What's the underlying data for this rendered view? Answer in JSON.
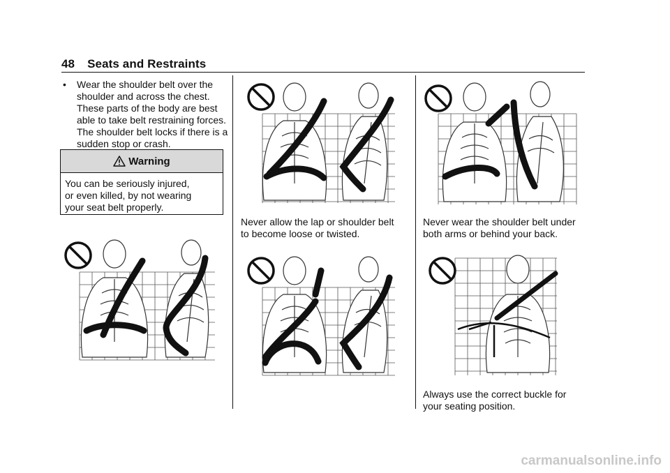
{
  "header": {
    "page_number": "48",
    "section_title": "Seats and Restraints"
  },
  "bullet": {
    "marker": "•",
    "text": "Wear the shoulder belt over the shoulder and across the chest. These parts of the body are best able to take belt restraining forces. The shoulder belt locks if there is a sudden stop or crash."
  },
  "warning": {
    "title": "Warning",
    "lines": [
      "You can be seriously injured,",
      "or even killed, by not wearing",
      "your seat belt properly."
    ]
  },
  "captions": {
    "loose_twisted": [
      "Never allow the lap or shoulder belt",
      "to become loose or twisted."
    ],
    "under_arms": [
      "Never wear the shoulder belt under",
      "both arms or behind your back."
    ],
    "buckle": [
      "Always use the correct buckle for",
      "your seating position."
    ]
  },
  "watermark": "carmanualsonline.info"
}
